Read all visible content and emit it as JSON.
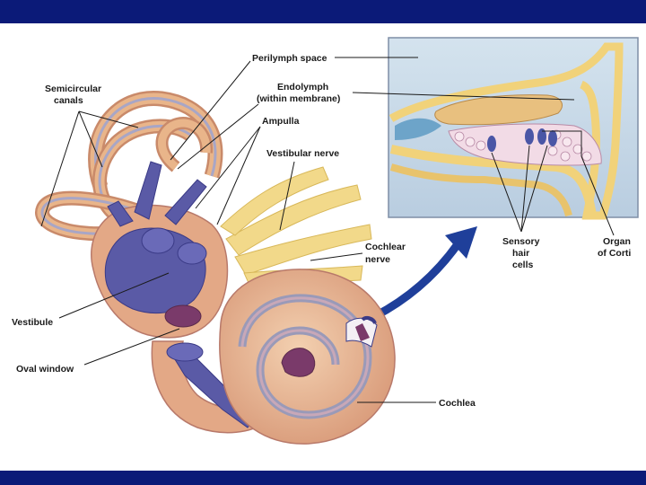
{
  "colors": {
    "header_bar": "#0b1a78",
    "footer_bar": "#0b1a78",
    "bone_tan": "#e9b58a",
    "bone_shadow": "#c98a6a",
    "membrane_purple": "#5a5aa6",
    "nerve_yellow": "#f2d98a",
    "inset_bg": "#c9dbe8",
    "arrow_blue": "#1f3f9a"
  },
  "labels": {
    "perilymph_space": "Perilymph space",
    "endolymph_line1": "Endolymph",
    "endolymph_line2": "(within membrane)",
    "ampulla": "Ampulla",
    "vestibular_nerve": "Vestibular nerve",
    "semicircular_line1": "Semicircular",
    "semicircular_line2": "canals",
    "cochlear_nerve_line1": "Cochlear",
    "cochlear_nerve_line2": "nerve",
    "vestibule": "Vestibule",
    "oval_window": "Oval window",
    "cochlea": "Cochlea",
    "sensory_line1": "Sensory",
    "sensory_line2": "hair",
    "sensory_line3": "cells",
    "organ_line1": "Organ",
    "organ_line2": "of Corti"
  }
}
